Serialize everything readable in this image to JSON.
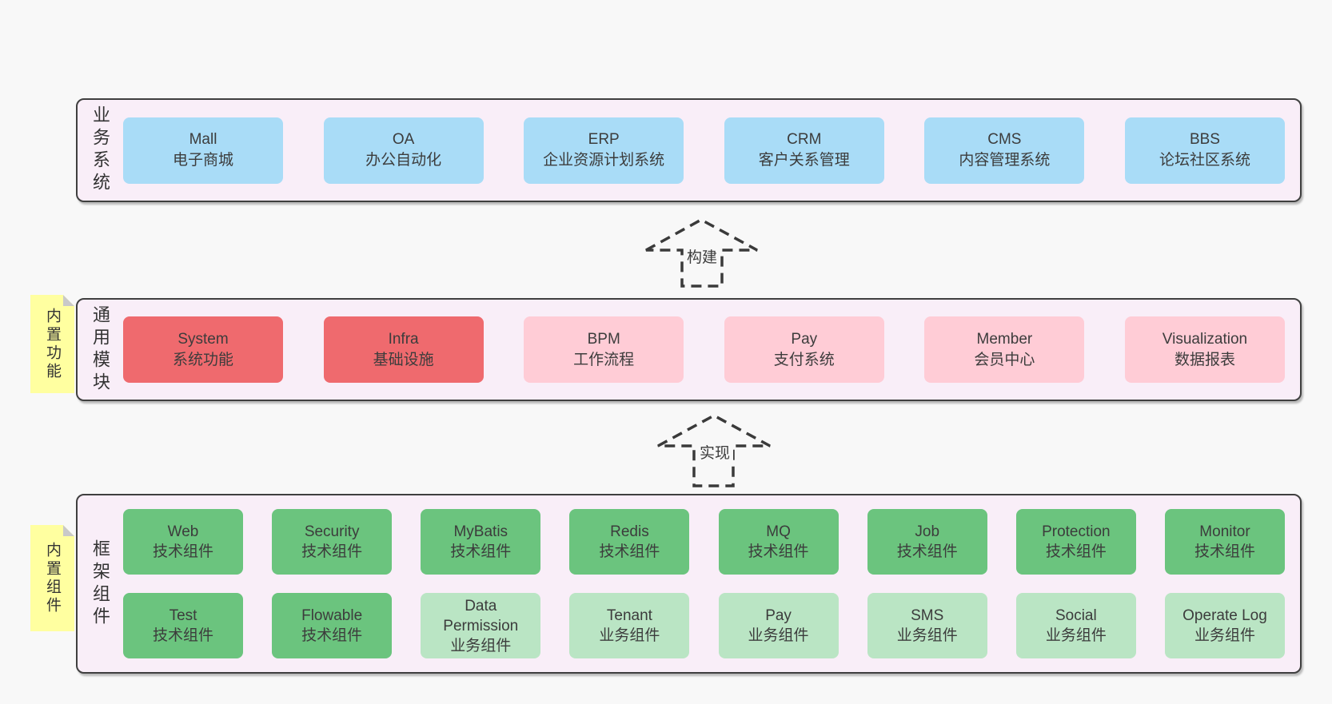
{
  "diagram": {
    "arrows": [
      {
        "label": "构建"
      },
      {
        "label": "实现"
      }
    ],
    "layers": [
      {
        "label": "业务系统",
        "rows": [
          [
            {
              "en": "Mall",
              "zh": "电子商城"
            },
            {
              "en": "OA",
              "zh": "办公自动化"
            },
            {
              "en": "ERP",
              "zh": "企业资源计划系统"
            },
            {
              "en": "CRM",
              "zh": "客户关系管理"
            },
            {
              "en": "CMS",
              "zh": "内容管理系统"
            },
            {
              "en": "BBS",
              "zh": "论坛社区系统"
            }
          ]
        ]
      },
      {
        "label": "通用模块",
        "note": "内置功能",
        "rows": [
          [
            {
              "en": "System",
              "zh": "系统功能"
            },
            {
              "en": "Infra",
              "zh": "基础设施"
            },
            {
              "en": "BPM",
              "zh": "工作流程"
            },
            {
              "en": "Pay",
              "zh": "支付系统"
            },
            {
              "en": "Member",
              "zh": "会员中心"
            },
            {
              "en": "Visualization",
              "zh": "数据报表"
            }
          ]
        ]
      },
      {
        "label": "框架组件",
        "note": "内置组件",
        "rows": [
          [
            {
              "en": "Web",
              "zh": "技术组件"
            },
            {
              "en": "Security",
              "zh": "技术组件"
            },
            {
              "en": "MyBatis",
              "zh": "技术组件"
            },
            {
              "en": "Redis",
              "zh": "技术组件"
            },
            {
              "en": "MQ",
              "zh": "技术组件"
            },
            {
              "en": "Job",
              "zh": "技术组件"
            },
            {
              "en": "Protection",
              "zh": "技术组件"
            },
            {
              "en": "Monitor",
              "zh": "技术组件"
            }
          ],
          [
            {
              "en": "Test",
              "zh": "技术组件"
            },
            {
              "en": "Flowable",
              "zh": "技术组件"
            },
            {
              "en": "Data Permission",
              "zh": "业务组件"
            },
            {
              "en": "Tenant",
              "zh": "业务组件"
            },
            {
              "en": "Pay",
              "zh": "业务组件"
            },
            {
              "en": "SMS",
              "zh": "业务组件"
            },
            {
              "en": "Social",
              "zh": "业务组件"
            },
            {
              "en": "Operate Log",
              "zh": "业务组件"
            }
          ]
        ]
      }
    ]
  },
  "colors": {
    "page_bg": "#f8f8f8",
    "layer_bg": "#f9eef8",
    "layer_border": "#3f3f3f",
    "blue_box": "#a9dcf7",
    "red_box": "#ef6a6e",
    "pink_box": "#ffccd6",
    "green_box": "#6bc47e",
    "light_green_box": "#bae5c4",
    "note_yellow": "#ffffa0",
    "note_fold": "#c9c9c9",
    "text": "#3c3c3c"
  }
}
